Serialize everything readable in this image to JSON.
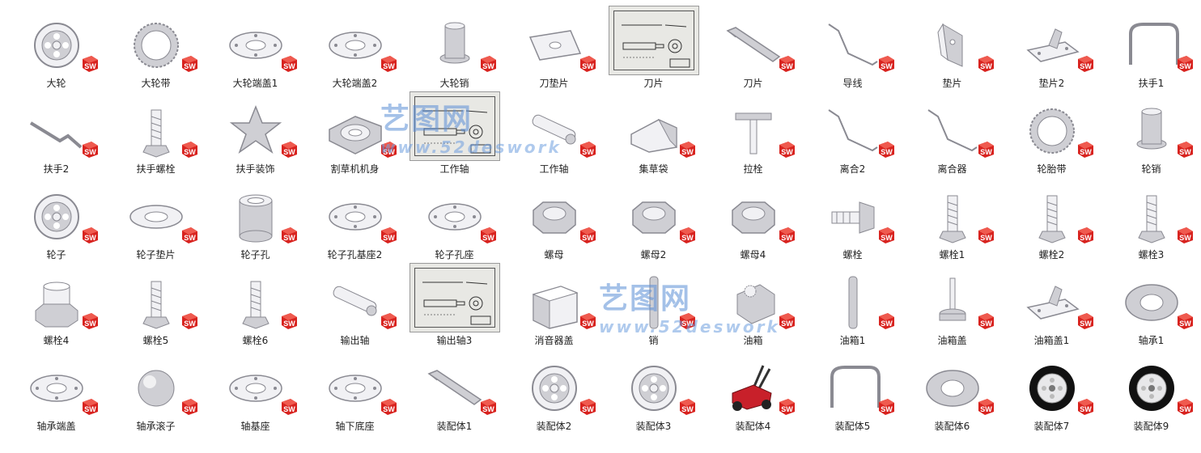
{
  "files": [
    {
      "name": "大轮",
      "icon": "wheel-hub-icon"
    },
    {
      "name": "大轮带",
      "icon": "tire-ring-icon"
    },
    {
      "name": "大轮端盖1",
      "icon": "flange-disc-icon"
    },
    {
      "name": "大轮端盖2",
      "icon": "flange-disc-icon"
    },
    {
      "name": "大轮销",
      "icon": "pin-cylinder-icon"
    },
    {
      "name": "刀垫片",
      "icon": "plate-icon"
    },
    {
      "name": "刀片",
      "icon": "drawing-sheet-icon"
    },
    {
      "name": "刀片",
      "icon": "blade-icon"
    },
    {
      "name": "导线",
      "icon": "wire-icon"
    },
    {
      "name": "垫片",
      "icon": "bracket-icon"
    },
    {
      "name": "垫片2",
      "icon": "bracket-plate-icon"
    },
    {
      "name": "扶手1",
      "icon": "handle-frame-icon"
    },
    {
      "name": "扶手2",
      "icon": "handle-bar-icon"
    },
    {
      "name": "扶手螺栓",
      "icon": "bolt-icon"
    },
    {
      "name": "扶手装饰",
      "icon": "star-icon"
    },
    {
      "name": "割草机机身",
      "icon": "mower-body-icon"
    },
    {
      "name": "工作轴",
      "icon": "drawing-sheet-icon"
    },
    {
      "name": "工作轴",
      "icon": "shaft-icon"
    },
    {
      "name": "集草袋",
      "icon": "bag-icon"
    },
    {
      "name": "拉栓",
      "icon": "t-pin-icon"
    },
    {
      "name": "离合2",
      "icon": "wire-icon"
    },
    {
      "name": "离合器",
      "icon": "wire-icon"
    },
    {
      "name": "轮胎带",
      "icon": "tire-ring-icon"
    },
    {
      "name": "轮销",
      "icon": "pin-cylinder-icon"
    },
    {
      "name": "轮子",
      "icon": "wheel-hub-icon"
    },
    {
      "name": "轮子垫片",
      "icon": "washer-icon"
    },
    {
      "name": "轮子孔",
      "icon": "sleeve-icon"
    },
    {
      "name": "轮子孔基座2",
      "icon": "flange-disc-icon"
    },
    {
      "name": "轮子孔座",
      "icon": "flange-disc-icon"
    },
    {
      "name": "螺母",
      "icon": "nut-icon"
    },
    {
      "name": "螺母2",
      "icon": "nut-icon"
    },
    {
      "name": "螺母4",
      "icon": "nut-icon"
    },
    {
      "name": "螺栓",
      "icon": "bolt-side-icon"
    },
    {
      "name": "螺栓1",
      "icon": "bolt-icon"
    },
    {
      "name": "螺栓2",
      "icon": "bolt-icon"
    },
    {
      "name": "螺栓3",
      "icon": "bolt-icon"
    },
    {
      "name": "螺栓4",
      "icon": "plug-nut-icon"
    },
    {
      "name": "螺栓5",
      "icon": "bolt-icon"
    },
    {
      "name": "螺栓6",
      "icon": "bolt-icon"
    },
    {
      "name": "输出轴",
      "icon": "shaft-icon"
    },
    {
      "name": "输出轴3",
      "icon": "drawing-sheet-icon"
    },
    {
      "name": "消音器盖",
      "icon": "box-icon"
    },
    {
      "name": "销",
      "icon": "rod-icon"
    },
    {
      "name": "油箱",
      "icon": "tank-icon"
    },
    {
      "name": "油箱1",
      "icon": "rod-icon"
    },
    {
      "name": "油箱盖",
      "icon": "cap-icon"
    },
    {
      "name": "油箱盖1",
      "icon": "bracket-plate-icon"
    },
    {
      "name": "轴承1",
      "icon": "bearing-icon"
    },
    {
      "name": "轴承端盖",
      "icon": "flange-disc-icon"
    },
    {
      "name": "轴承滚子",
      "icon": "sphere-icon"
    },
    {
      "name": "轴基座",
      "icon": "flange-disc-icon"
    },
    {
      "name": "轴下底座",
      "icon": "flange-disc-icon"
    },
    {
      "name": "装配体1",
      "icon": "blade-icon"
    },
    {
      "name": "装配体2",
      "icon": "wheel-hub-icon"
    },
    {
      "name": "装配体3",
      "icon": "wheel-hub-icon"
    },
    {
      "name": "装配体4",
      "icon": "mower-icon"
    },
    {
      "name": "装配体5",
      "icon": "handle-frame-icon"
    },
    {
      "name": "装配体6",
      "icon": "bearing-icon"
    },
    {
      "name": "装配体7",
      "icon": "black-wheel-icon"
    },
    {
      "name": "装配体9",
      "icon": "black-wheel-icon"
    }
  ],
  "watermark": {
    "cn": "艺图网",
    "en": "www.52deswork"
  },
  "badge": {
    "text": "SW",
    "color": "#d8231f"
  }
}
